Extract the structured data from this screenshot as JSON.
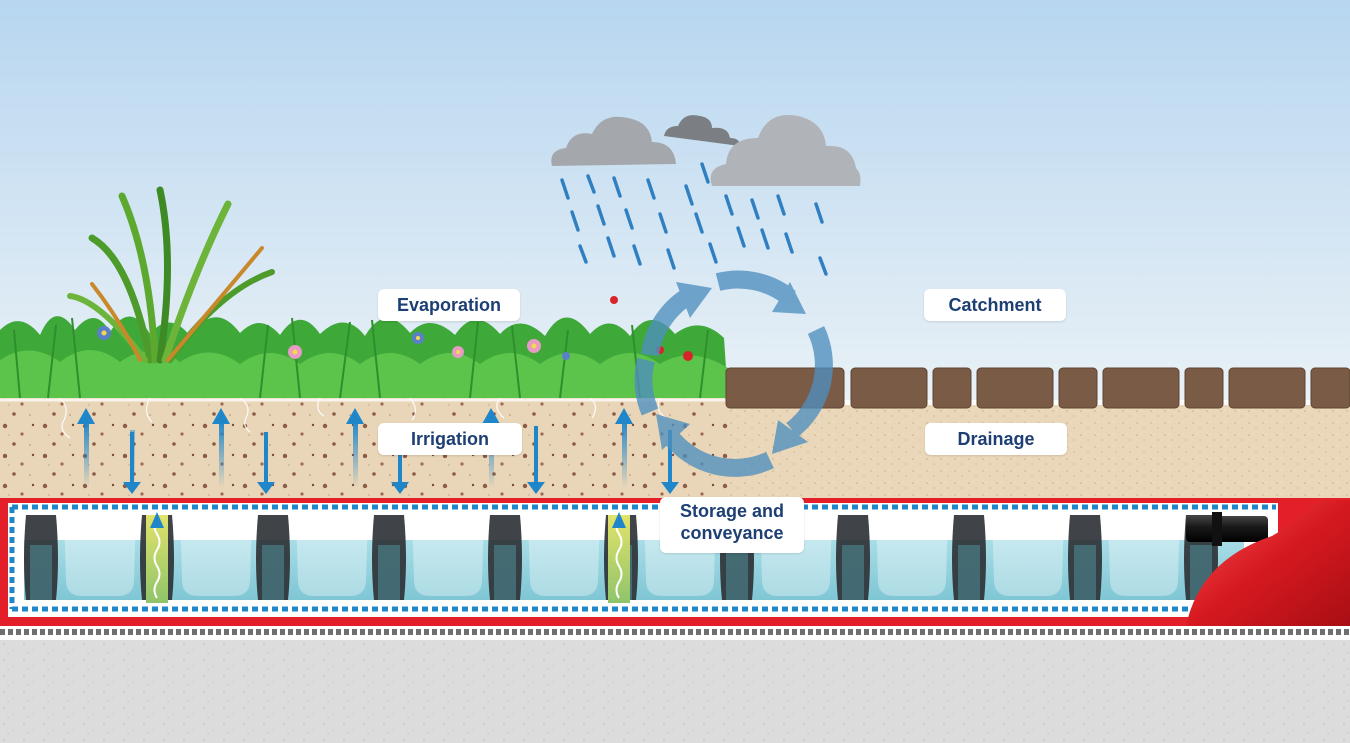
{
  "labels": {
    "evaporation": "Evaporation",
    "irrigation": "Irrigation",
    "catchment": "Catchment",
    "drainage": "Drainage",
    "storage_line1": "Storage and",
    "storage_line2": "conveyance"
  },
  "colors": {
    "sky_top": "#b9d8f1",
    "sky_bottom": "#e6f0f6",
    "grass": "#3fae3a",
    "soil": "#e8d4b6",
    "paver": "#7a5b45",
    "water": "#9fd8e3",
    "membrane": "#e3202a",
    "arrow_blue": "#1f86c9",
    "cycle_blue": "#4f8fbf",
    "concrete": "#dedede",
    "label_text": "#1d3f73"
  }
}
